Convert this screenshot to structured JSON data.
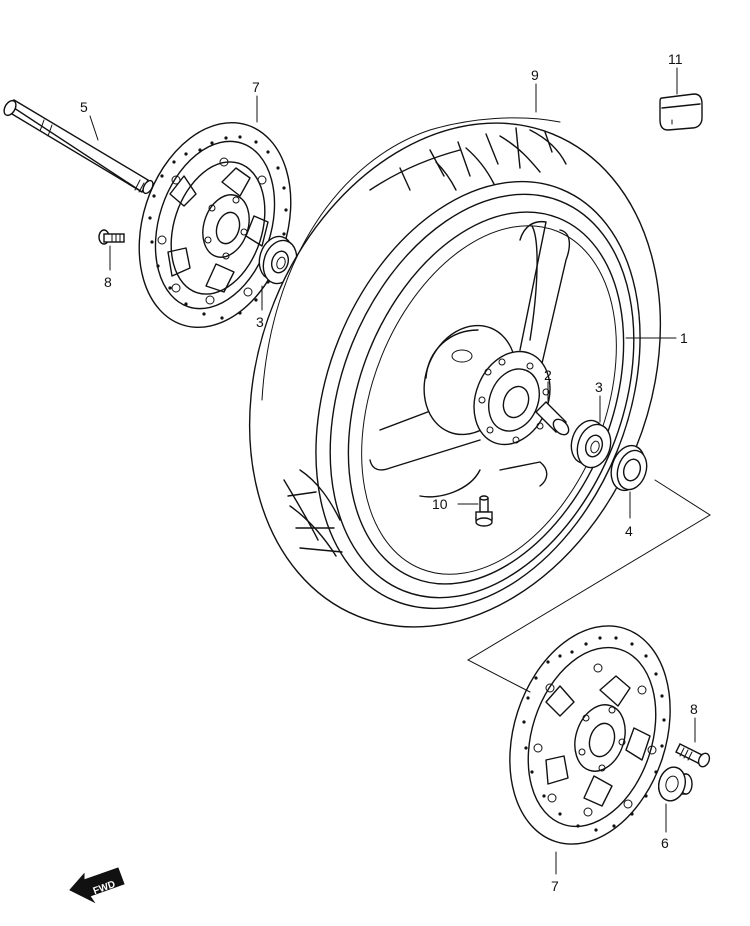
{
  "callouts": {
    "c1": "1",
    "c2": "2",
    "c3a": "3",
    "c3b": "3",
    "c4": "4",
    "c5": "5",
    "c6": "6",
    "c7a": "7",
    "c7b": "7",
    "c8a": "8",
    "c8b": "8",
    "c9": "9",
    "c10": "10",
    "c11": "11"
  },
  "direction_badge": "FWD"
}
